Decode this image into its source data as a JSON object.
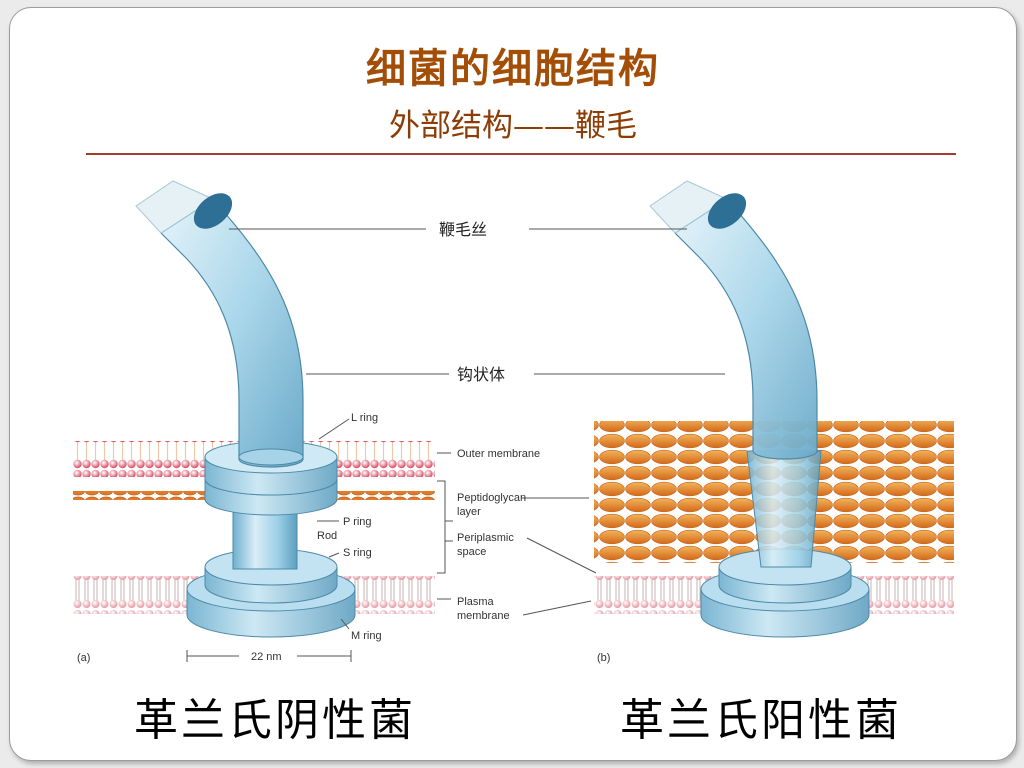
{
  "slide": {
    "title": "细菌的细胞结构",
    "subtitle": "外部结构——鞭毛"
  },
  "labels": {
    "filament": "鞭毛丝",
    "hook": "钩状体",
    "l_ring": "L ring",
    "outer_membrane": "Outer membrane",
    "peptidoglycan": "Peptidoglycan\nlayer",
    "p_ring": "P ring",
    "rod": "Rod",
    "s_ring": "S ring",
    "periplasmic": "Periplasmic\nspace",
    "plasma": "Plasma\nmembrane",
    "m_ring": "M ring",
    "scale": "22 nm",
    "panel_a": "(a)",
    "panel_b": "(b)"
  },
  "captions": {
    "left": "革兰氏阴性菌",
    "right": "革兰氏阳性菌"
  },
  "colors": {
    "title": "#a34e07",
    "rule": "#a53b2b",
    "tube": "#8ec8e0",
    "outer_membrane": "#c2314a",
    "peptidoglycan": "#e07b2a",
    "plasma_membrane": "#e8a0a8"
  }
}
